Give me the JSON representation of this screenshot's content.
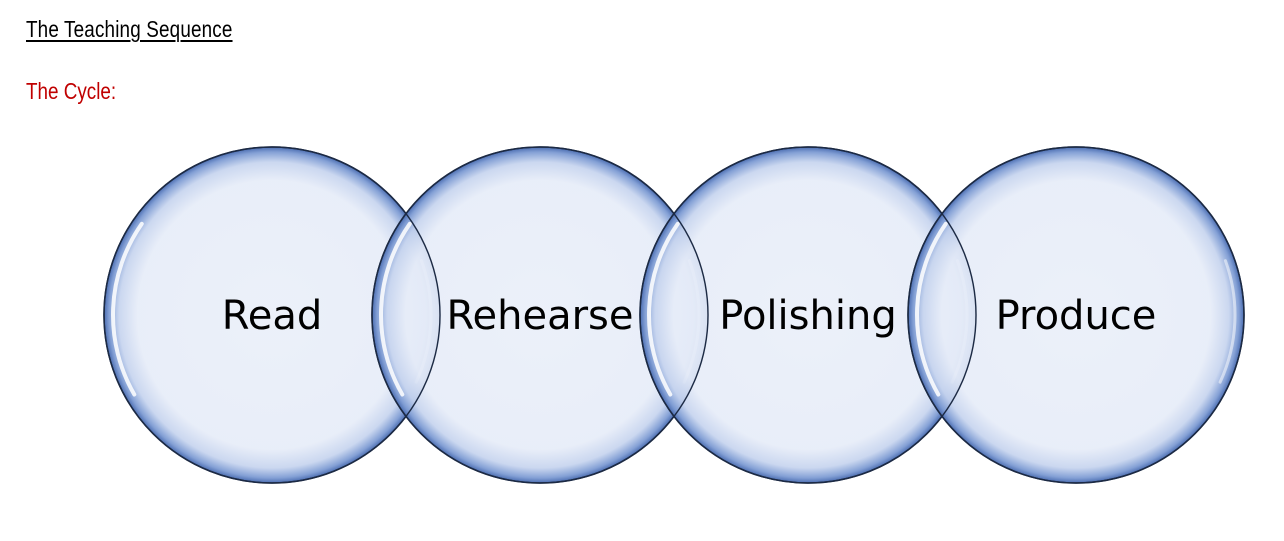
{
  "page": {
    "title": "The Teaching Sequence",
    "section_heading": "The Cycle:"
  },
  "diagram": {
    "type": "overlapping-circles",
    "stages": [
      {
        "label": "Read"
      },
      {
        "label": "Rehearse"
      },
      {
        "label": "Polishing"
      },
      {
        "label": "Produce"
      }
    ],
    "colors": {
      "fill": "#e9eef8",
      "rim": "#5b7ec2",
      "outline": "#1c2a44",
      "highlight": "#ffffff",
      "title_color": "#000000",
      "heading_color": "#c00000"
    }
  }
}
